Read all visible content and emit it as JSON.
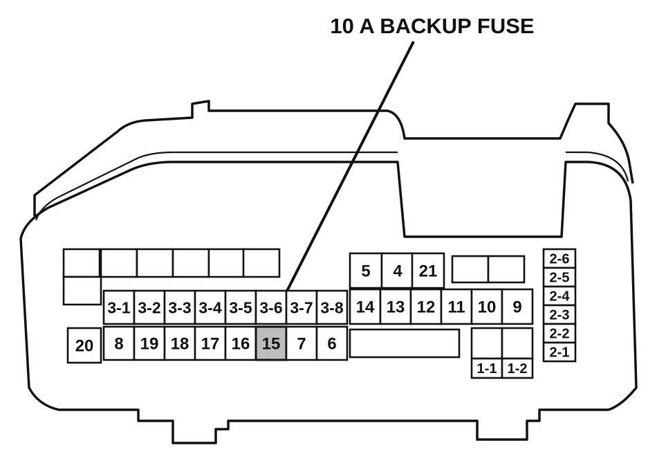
{
  "callout": {
    "text": "10 A BACKUP FUSE",
    "target": "15"
  },
  "fuses": {
    "top_blank": [
      "",
      "",
      "",
      "",
      "",
      ""
    ],
    "top_left_blank": [
      "",
      ""
    ],
    "row3": [
      "3-1",
      "3-2",
      "3-3",
      "3-4",
      "3-5",
      "3-6",
      "3-7",
      "3-8"
    ],
    "row_bottom": [
      "8",
      "19",
      "18",
      "17",
      "16",
      "15",
      "7",
      "6"
    ],
    "single": "20",
    "mid_top": [
      "5",
      "4",
      "21"
    ],
    "mid_blank": [
      "",
      ""
    ],
    "mid_row": [
      "14",
      "13",
      "12",
      "11",
      "10",
      "9"
    ],
    "relay_slot": "",
    "relay_pair": [
      "1-1",
      "1-2"
    ],
    "right_column": [
      "2-6",
      "2-5",
      "2-4",
      "2-3",
      "2-2",
      "2-1"
    ]
  },
  "colors": {
    "line": "#111111",
    "highlight": "#bdbdbd",
    "background": "#ffffff"
  }
}
